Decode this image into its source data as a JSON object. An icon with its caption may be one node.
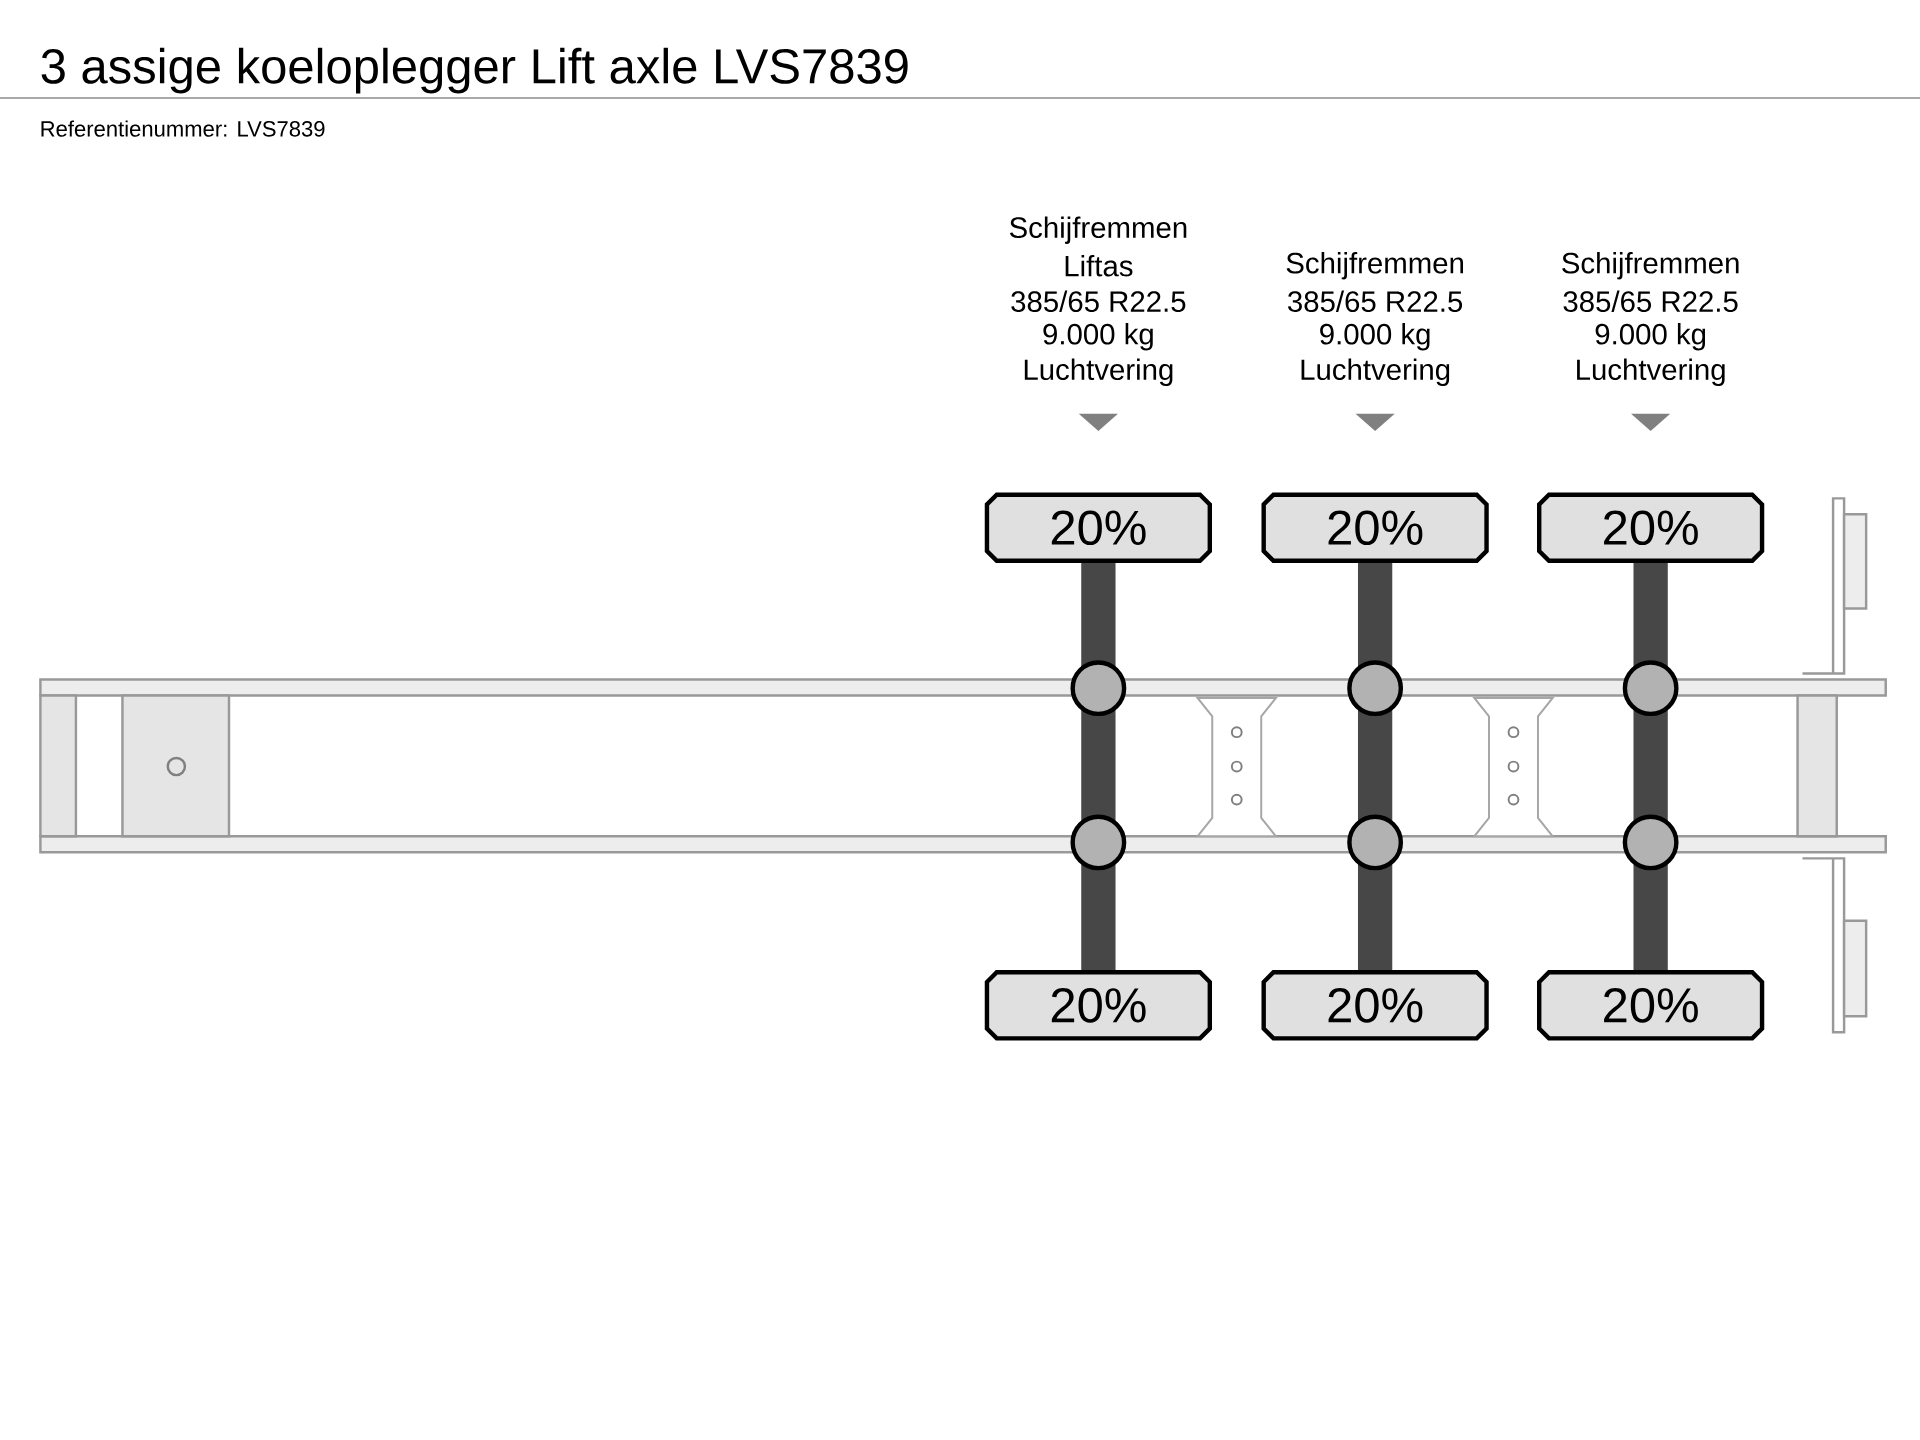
{
  "diagram": {
    "title": "3 assige koeloplegger Lift axle LVS7839",
    "nodes": [
      {
        "text": [
          "20%"
        ]
      },
      {
        "text": [
          "20%"
        ]
      },
      {
        "text": [
          "20%"
        ]
      },
      {
        "text": [
          "20%"
        ]
      },
      {
        "text": [
          "20%"
        ]
      },
      {
        "text": [
          "20%"
        ]
      }
    ],
    "edges": [
      {
        "from": 0,
        "to": 3,
        "arrow": "none"
      },
      {
        "from": 1,
        "to": 4,
        "arrow": "none"
      },
      {
        "from": 2,
        "to": 5,
        "arrow": "none"
      }
    ],
    "labels": [
      "Referentienummer: LVS7839",
      "Schijfremmen",
      "Liftas",
      "385/65 R22.5",
      "9.000 kg",
      "Luchtvering",
      "Schijfremmen",
      "385/65 R22.5",
      "9.000 kg",
      "Luchtvering",
      "Schijfremmen",
      "385/65 R22.5",
      "9.000 kg",
      "Luchtvering"
    ]
  }
}
